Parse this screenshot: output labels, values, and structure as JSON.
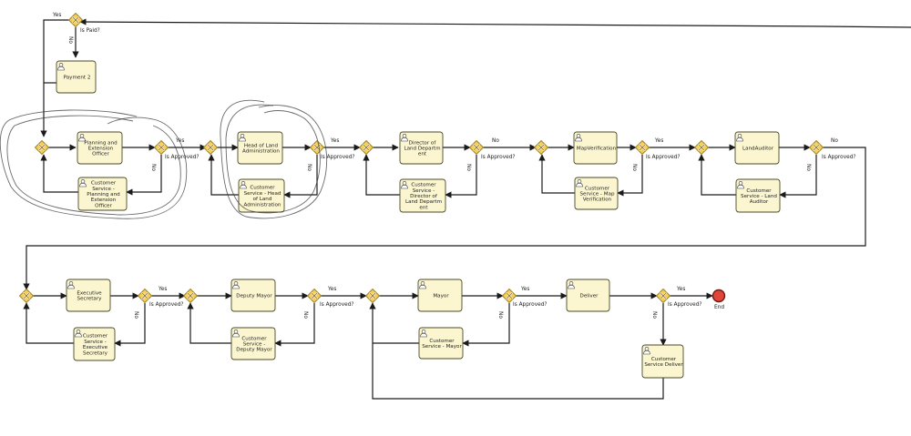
{
  "tasks": [
    {
      "id": "payment2",
      "label": "Payment 2"
    },
    {
      "id": "planning",
      "label": "Planning and Extension Officer"
    },
    {
      "id": "cs_planning",
      "label": "Customer Service - Planning and Extension Officer"
    },
    {
      "id": "head_land",
      "label": "Head of Land Administration"
    },
    {
      "id": "cs_head_land",
      "label": "Customer Service - Head of Land Administration"
    },
    {
      "id": "director_land",
      "label": "Director of Land Departm ent"
    },
    {
      "id": "cs_director_land",
      "label": "Customer Service - Director of Land Departm ent"
    },
    {
      "id": "map_verification",
      "label": "MapVerification"
    },
    {
      "id": "cs_map_verification",
      "label": "Customer Service - Map Verification"
    },
    {
      "id": "land_auditor",
      "label": "LandAuditor"
    },
    {
      "id": "cs_land_auditor",
      "label": "Customer Service - Land Auditor"
    },
    {
      "id": "exec_secretary",
      "label": "Executive Secretary"
    },
    {
      "id": "cs_exec_secretary",
      "label": "Customer Service - Executive Secretary"
    },
    {
      "id": "deputy_mayor",
      "label": "Deputy Mayor"
    },
    {
      "id": "cs_deputy_mayor",
      "label": "Customer Service - Deputy Mayor"
    },
    {
      "id": "mayor",
      "label": "Mayor"
    },
    {
      "id": "cs_mayor",
      "label": "Customer Service - Mayor"
    },
    {
      "id": "deliver",
      "label": "Deliver"
    },
    {
      "id": "cs_deliver",
      "label": "Customer Service Deliver"
    }
  ],
  "labels": {
    "yes": "Yes",
    "no": "No",
    "is_paid": "Is Paid?",
    "is_approved": "Is Approved?",
    "end": "End"
  },
  "colors": {
    "task_fill": "#fbf6cf",
    "gateway": "#f3cf5a",
    "end_event": "#e0453a"
  }
}
